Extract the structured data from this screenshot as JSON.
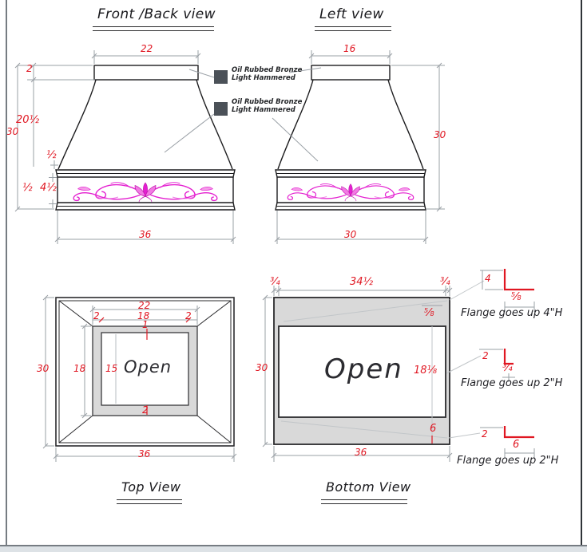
{
  "colors": {
    "dimension_red": "#e01722",
    "ornament_magenta": "#e41fd0",
    "flange_fill_gray": "#d9d9d9",
    "swatch_dark": "#4b5158",
    "line_black": "#1c1c1e",
    "dim_line_gray": "#9aa0a6"
  },
  "front_view": {
    "title": "Front /Back view",
    "dim_top_width": "22",
    "dim_crown_height": "2",
    "dim_upper_height": "20½",
    "dim_overall_height": "30",
    "dim_top_molding": "½",
    "dim_lower_molding": "½",
    "dim_band_height": "4½",
    "dim_bottom_width": "36"
  },
  "left_view": {
    "title": "Left view",
    "dim_top_width": "16",
    "dim_overall_height": "30",
    "dim_bottom_depth": "30"
  },
  "finish_swatches": [
    {
      "line1": "Oil Rubbed Bronze",
      "line2": "Light Hammered"
    },
    {
      "line1": "Oil Rubbed Bronze",
      "line2": "Light Hammered"
    }
  ],
  "top_view": {
    "title": "Top View",
    "open_label": "Open",
    "dim_frame_width": "22",
    "dim_left_rim": "2",
    "dim_opening_width": "18",
    "dim_right_rim": "2",
    "dim_front_rim": "1",
    "dim_frame_depth": "18",
    "dim_opening_depth": "15",
    "dim_back_rim": "2",
    "dim_overall_depth": "30",
    "dim_overall_width": "36"
  },
  "bottom_view": {
    "title": "Bottom View",
    "open_label": "Open",
    "dim_left_flange": "¾",
    "dim_opening_width": "34½",
    "dim_right_flange": "¾",
    "dim_top_inset": "⅝",
    "dim_opening_depth": "18⅛",
    "dim_bottom_flange": "6",
    "dim_overall_depth": "30",
    "dim_overall_width": "36"
  },
  "flange_details": [
    {
      "height": "4",
      "depth": "⅝",
      "note": "Flange goes up 4\"H"
    },
    {
      "height": "2",
      "depth": "¾",
      "note": "Flange goes up 2\"H"
    },
    {
      "height": "2",
      "depth": "6",
      "note": "Flange goes up 2\"H"
    }
  ]
}
